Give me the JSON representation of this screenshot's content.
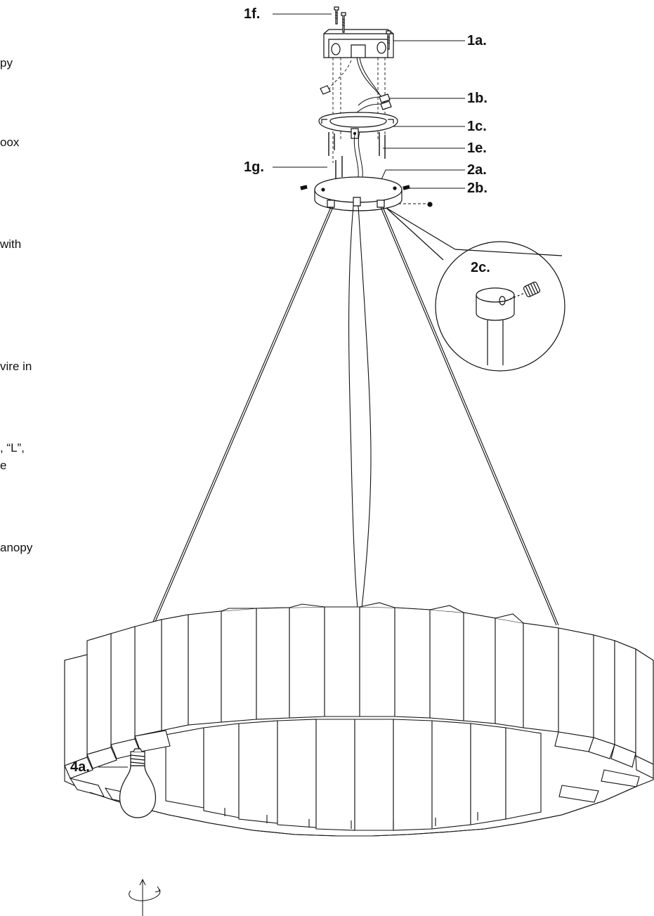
{
  "left_text_fragments": [
    "py",
    "oox",
    "with",
    "vire in",
    ", “L”,",
    "e",
    "anopy"
  ],
  "callouts": {
    "c1f": "1f.",
    "c1a": "1a.",
    "c1b": "1b.",
    "c1c": "1c.",
    "c1e": "1e.",
    "c1g": "1g.",
    "c2a": "2a.",
    "c2b": "2b.",
    "c2c": "2c.",
    "c4a": "4a."
  }
}
